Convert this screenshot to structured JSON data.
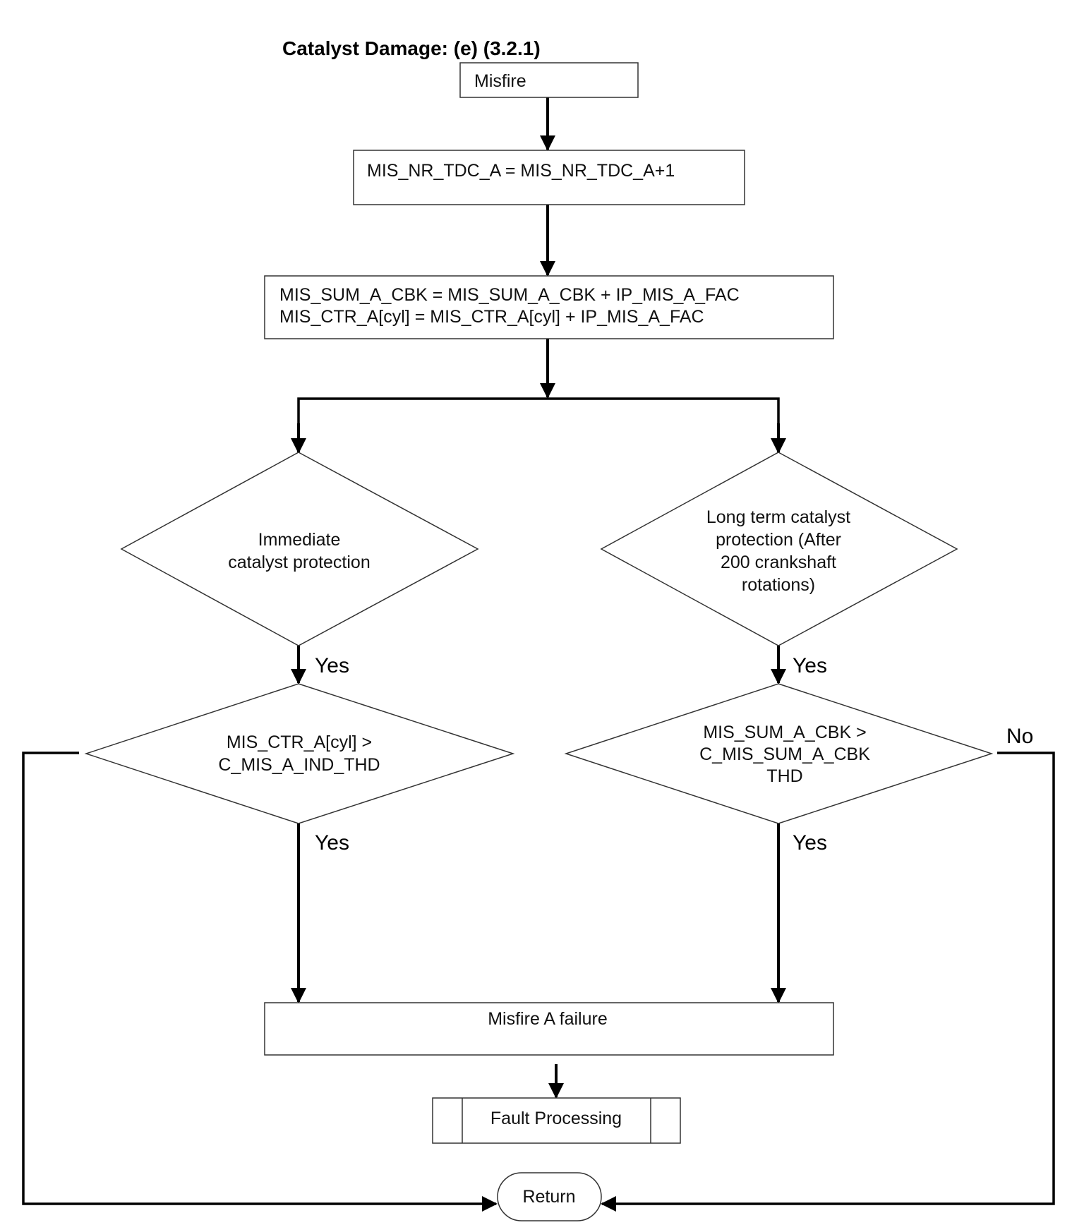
{
  "title": "Catalyst Damage: (e) (3.2.1)",
  "nodes": {
    "misfire": "Misfire",
    "increment_tdc": "MIS_NR_TDC_A = MIS_NR_TDC_A+1",
    "sum_update_line1": "MIS_SUM_A_CBK = MIS_SUM_A_CBK + IP_MIS_A_FAC",
    "sum_update_line2": "MIS_CTR_A[cyl] = MIS_CTR_A[cyl] + IP_MIS_A_FAC",
    "immediate_line1": "Immediate",
    "immediate_line2": "catalyst protection",
    "longterm_line1": "Long term catalyst",
    "longterm_line2": "protection (After",
    "longterm_line3": "200 crankshaft",
    "longterm_line4": "rotations)",
    "ctr_check_line1": "MIS_CTR_A[cyl] >",
    "ctr_check_line2": "C_MIS_A_IND_THD",
    "sum_check_line1": "MIS_SUM_A_CBK >",
    "sum_check_line2": "C_MIS_SUM_A_CBK",
    "sum_check_line3": "THD",
    "failure": "Misfire A failure",
    "fault_processing": "Fault Processing",
    "return": "Return"
  },
  "edge_labels": {
    "immediate_yes": "Yes",
    "longterm_yes": "Yes",
    "ctr_yes": "Yes",
    "sum_yes": "Yes",
    "sum_no": "No"
  }
}
